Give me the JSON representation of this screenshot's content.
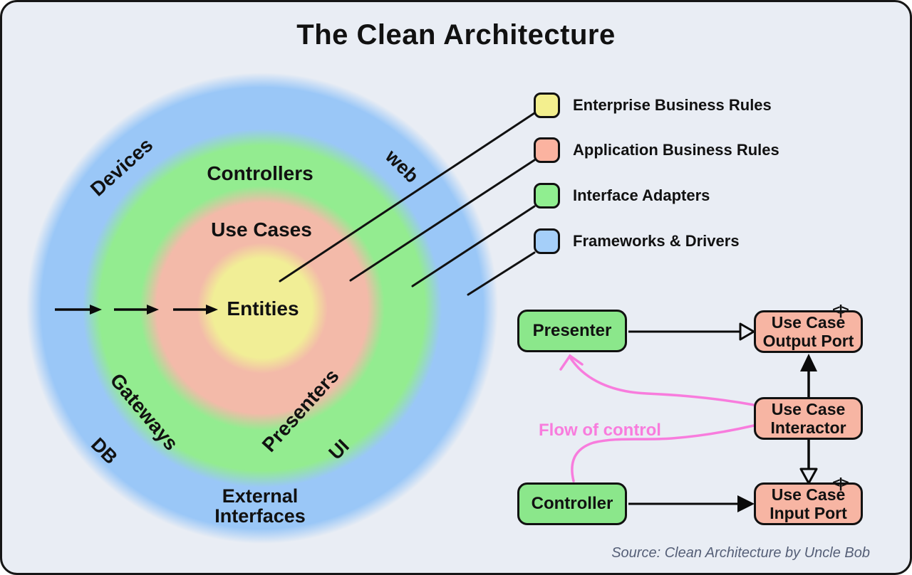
{
  "title": "The Clean Architecture",
  "source_note": "Source: Clean Architecture by Uncle Bob",
  "colors": {
    "background": "#E9EDF4",
    "frame_border": "#161616",
    "ring_yellow": "#F1EE96",
    "ring_salmon": "#F3BAA9",
    "ring_green": "#93EC90",
    "ring_blue": "#9AC7F7",
    "flow_green_box": "#8BE78B",
    "flow_salmon_box": "#F7B5A3",
    "pink_accent": "#F87CDD",
    "line_black": "#111111",
    "source_text": "#555F77"
  },
  "rings": [
    {
      "label": "Frameworks & Drivers",
      "color": "#9AC7F7",
      "position": "outermost"
    },
    {
      "label": "Interface Adapters",
      "color": "#93EC90",
      "position": "second"
    },
    {
      "label": "Application Business Rules",
      "color": "#F3BAA9",
      "position": "third"
    },
    {
      "label": "Enterprise Business Rules",
      "color": "#F1EE96",
      "position": "center"
    }
  ],
  "ring_labels": {
    "devices": "Devices",
    "web": "web",
    "controllers": "Controllers",
    "use_cases": "Use Cases",
    "entities": "Entities",
    "gateways": "Gateways",
    "db": "DB",
    "presenters": "Presenters",
    "ui": "UI",
    "external_interfaces": "External Interfaces"
  },
  "legend": {
    "items": [
      {
        "label": "Enterprise Business Rules",
        "color": "#F3EF8E"
      },
      {
        "label": "Application Business Rules",
        "color": "#FBB3A0"
      },
      {
        "label": "Interface Adapters",
        "color": "#90EE90"
      },
      {
        "label": "Frameworks & Drivers",
        "color": "#A5CFF9"
      }
    ]
  },
  "flow_diagram": {
    "label": "Flow of control",
    "interface_marker": "<|>",
    "boxes": [
      {
        "id": "presenter",
        "label": "Presenter",
        "type": "green"
      },
      {
        "id": "use-case-output-port",
        "line1": "Use Case",
        "line2": "Output Port",
        "type": "salmon"
      },
      {
        "id": "use-case-interactor",
        "line1": "Use Case",
        "line2": "Interactor",
        "type": "salmon"
      },
      {
        "id": "controller",
        "label": "Controller",
        "type": "green"
      },
      {
        "id": "use-case-input-port",
        "line1": "Use Case",
        "line2": "Input Port",
        "type": "salmon"
      }
    ]
  }
}
